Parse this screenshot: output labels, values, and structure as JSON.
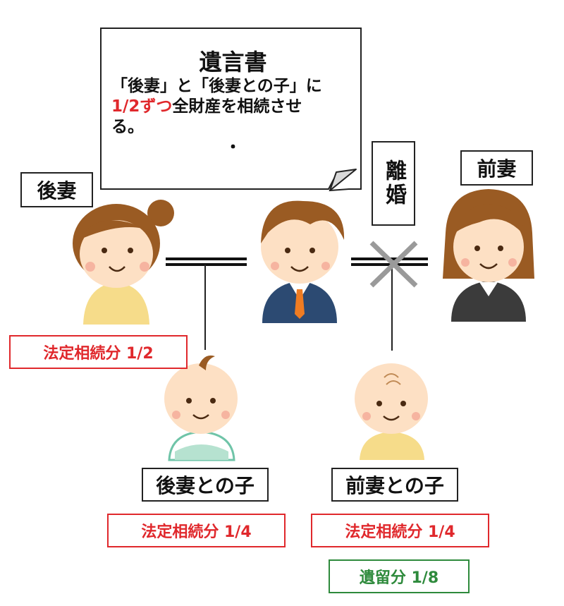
{
  "will": {
    "title": "遺言書",
    "line1": "「後妻」と「後妻との子」に",
    "line2_red": "1/2ずつ",
    "line2_rest": "全財産を相続させ",
    "line3": "る。",
    "dot": "・"
  },
  "people": {
    "second_wife": "後妻",
    "ex_wife": "前妻",
    "divorce": "離婚",
    "second_wife_child": "後妻との子",
    "ex_wife_child": "前妻との子"
  },
  "shares": {
    "second_wife": "法定相続分 1/2",
    "second_wife_child": "法定相続分 1/4",
    "ex_wife_child": "法定相続分 1/4",
    "ex_wife_child_reserved": "遺留分 1/8"
  },
  "colors": {
    "red": "#e0282c",
    "green": "#2e8a3c",
    "line": "#111111",
    "cross": "#9a9a9a"
  }
}
